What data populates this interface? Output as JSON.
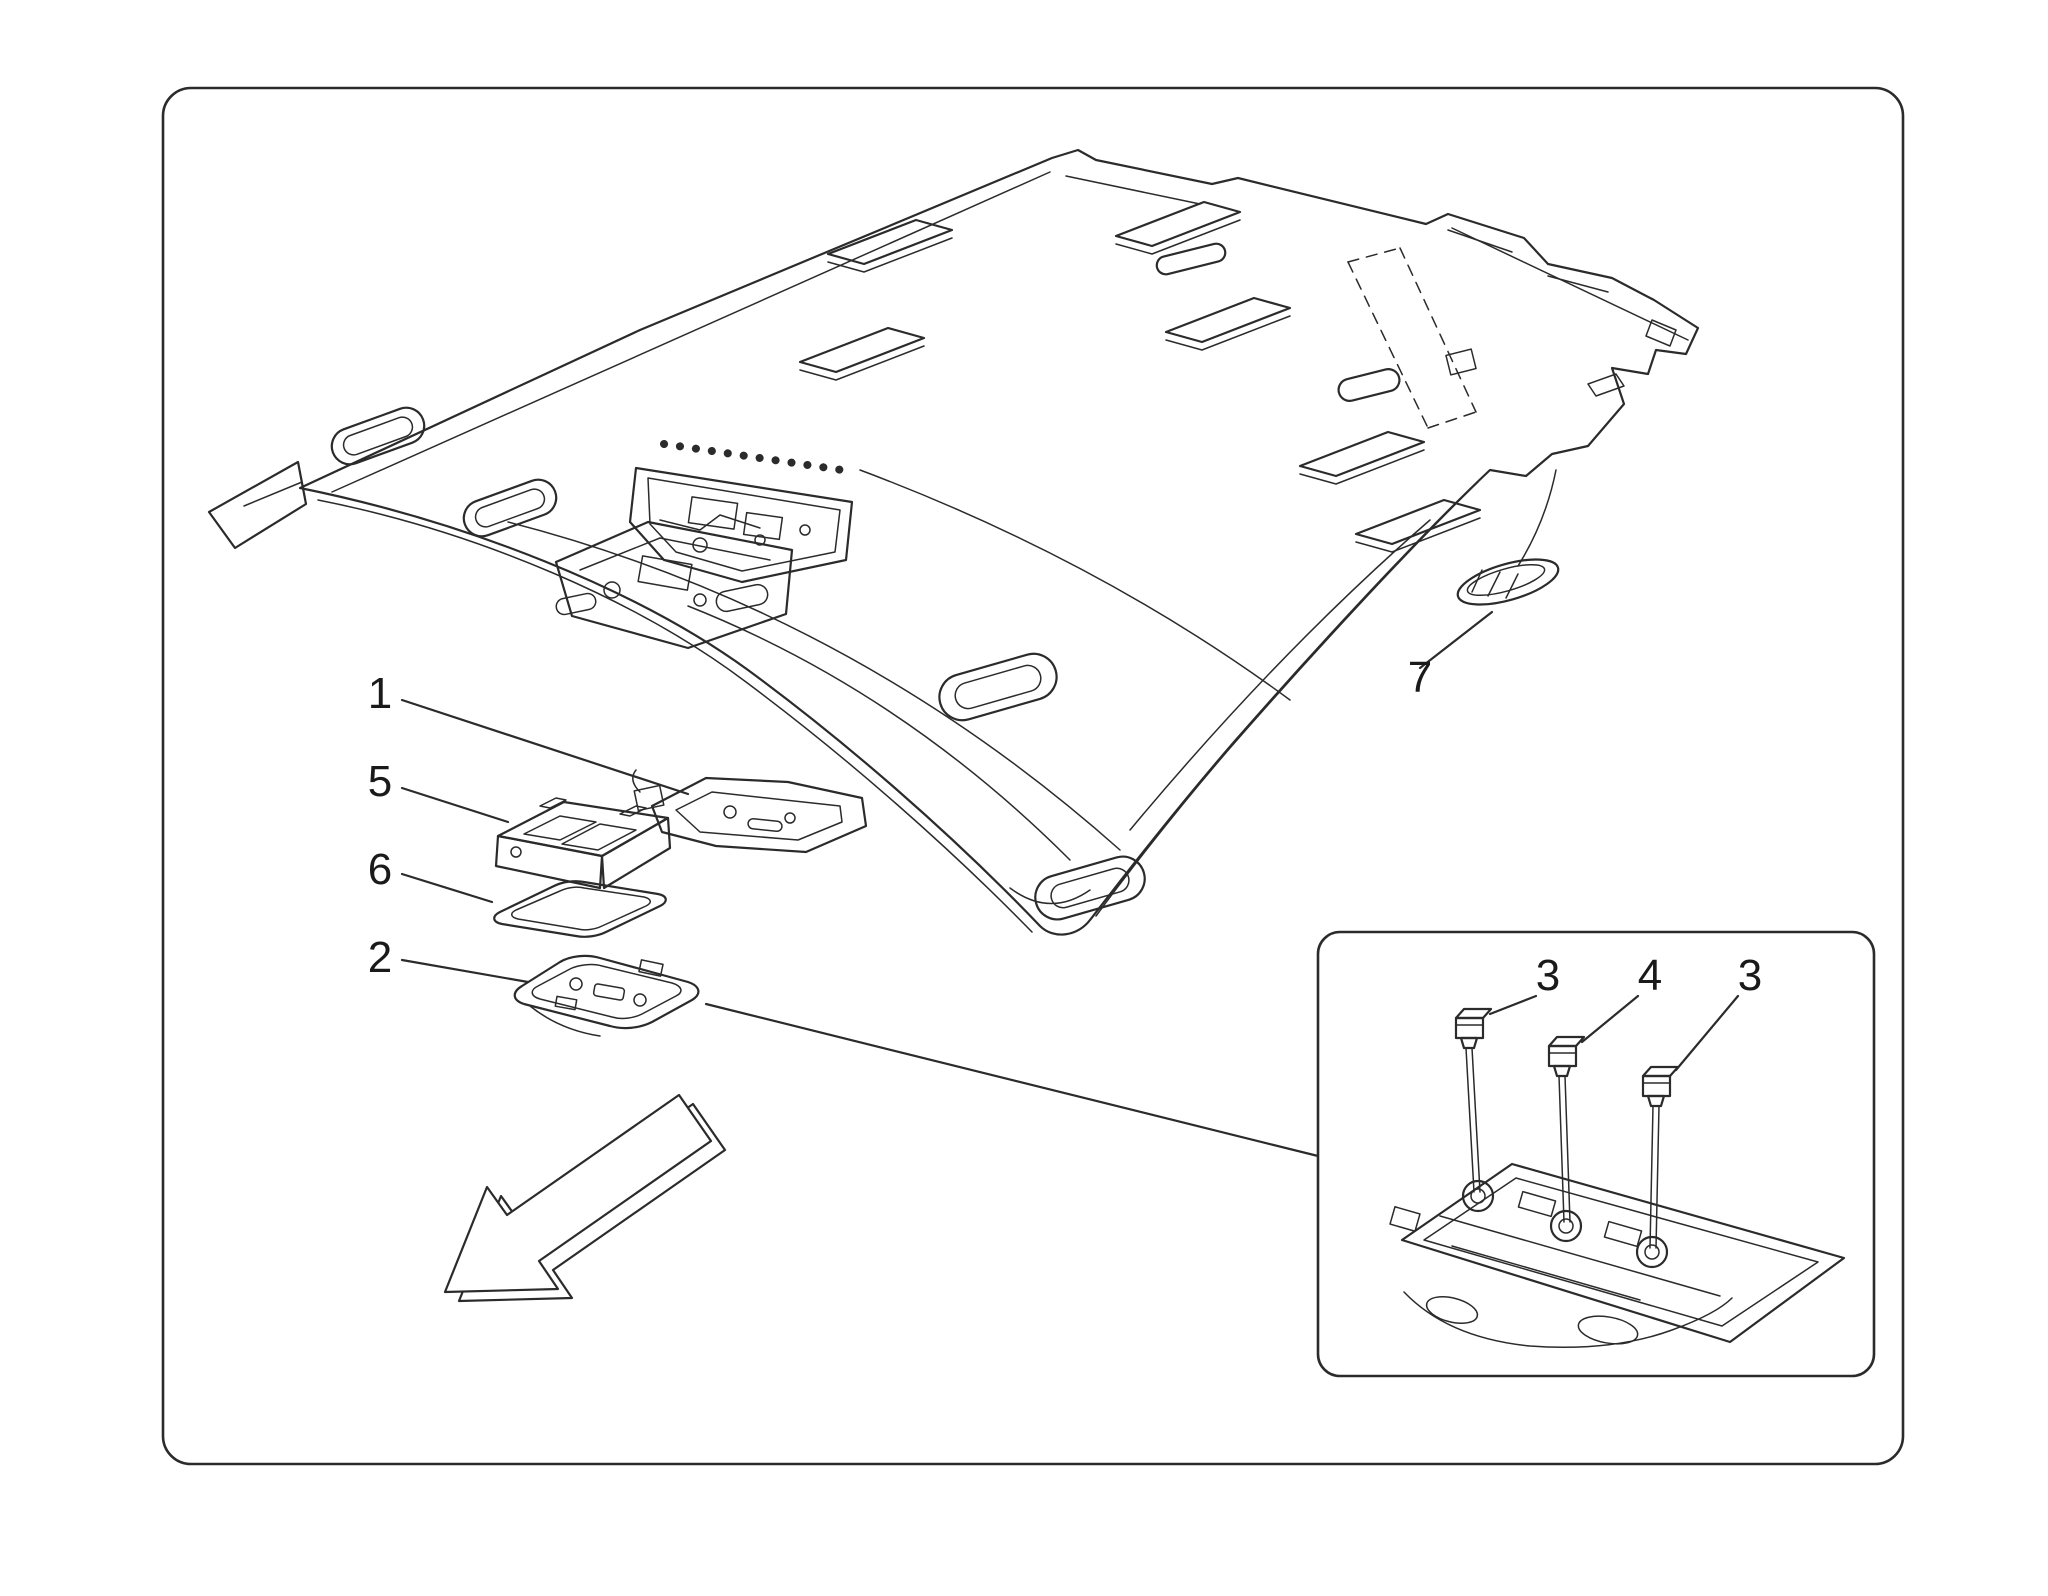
{
  "page": {
    "background": "#ffffff"
  },
  "diagram": {
    "line_color": "#2b2b2b",
    "text_color": "#1a1a1a",
    "callouts": {
      "part1": {
        "label": "1"
      },
      "part5": {
        "label": "5"
      },
      "part6": {
        "label": "6"
      },
      "part2": {
        "label": "2"
      },
      "part7": {
        "label": "7"
      },
      "inset3left": {
        "label": "3"
      },
      "inset4": {
        "label": "4"
      },
      "inset3right": {
        "label": "3"
      }
    }
  }
}
